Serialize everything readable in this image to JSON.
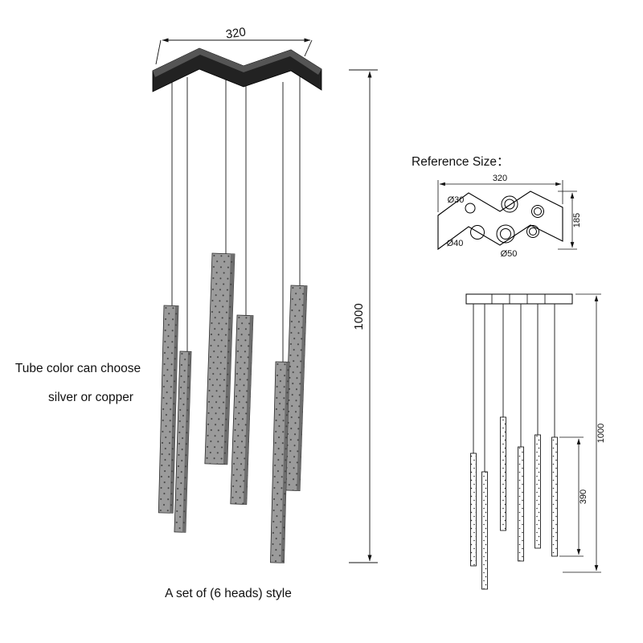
{
  "colors": {
    "canopy_dark": "#222222",
    "canopy_top": "#555555",
    "tube_gray": "#9b9b9b",
    "tube_side": "#6e6e6e"
  },
  "main_view": {
    "canopy_width_mm": "320",
    "drop_height_mm": "1000",
    "note_line1": "Tube color can choose",
    "note_line2": "silver or copper",
    "caption": "A set of (6 heads) style"
  },
  "reference": {
    "label": "Reference Size："
  },
  "top_view": {
    "width_mm": "320",
    "depth_mm": "185",
    "hole_d30": "Ø30",
    "hole_d40": "Ø40",
    "hole_d50": "Ø50"
  },
  "front_view": {
    "drop_mm": "1000",
    "tube_length_mm": "390"
  }
}
